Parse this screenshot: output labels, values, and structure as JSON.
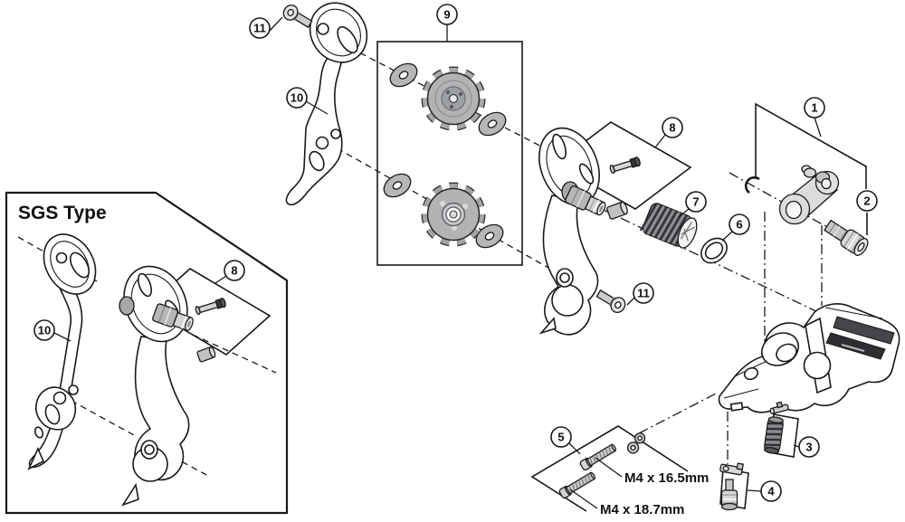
{
  "diagram": {
    "sgs_box": {
      "title": "SGS Type"
    },
    "callouts": {
      "n1": "1",
      "n2": "2",
      "n3": "3",
      "n4": "4",
      "n5": "5",
      "n6": "6",
      "n7": "7",
      "n8": "8",
      "n9": "9",
      "n10": "10",
      "n11": "11"
    },
    "dimension_labels": {
      "upper_screw": "M4 x 16.5mm",
      "lower_screw": "M4 x 18.7mm"
    },
    "colors": {
      "background": "#ffffff",
      "line": "#1a1a1a",
      "metal_light": "#dcdcde",
      "metal_mid": "#b3b3b6",
      "metal_dark": "#8e8e92",
      "spring_dark": "#6f6f73",
      "shade_dark": "#3c3c40"
    }
  }
}
